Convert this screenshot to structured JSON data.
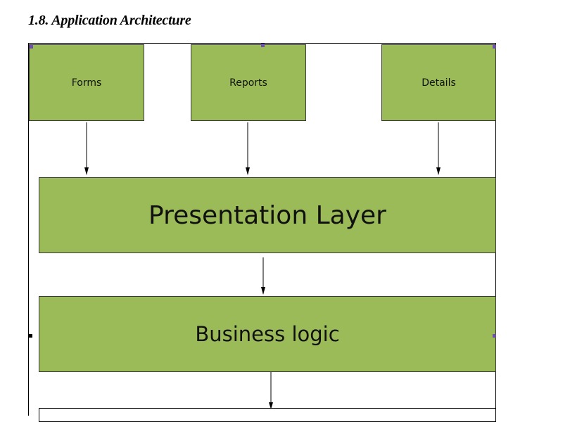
{
  "section_heading": "1.8. Application Architecture",
  "diagram": {
    "top_boxes": [
      {
        "label": "Forms"
      },
      {
        "label": "Reports"
      },
      {
        "label": "Details"
      }
    ],
    "layers": [
      {
        "label": "Presentation Layer"
      },
      {
        "label": "Business logic"
      }
    ],
    "colors": {
      "box_fill": "#9bbb59",
      "box_border": "#3a3a3a",
      "selection_handle": "#6f4fae"
    }
  }
}
